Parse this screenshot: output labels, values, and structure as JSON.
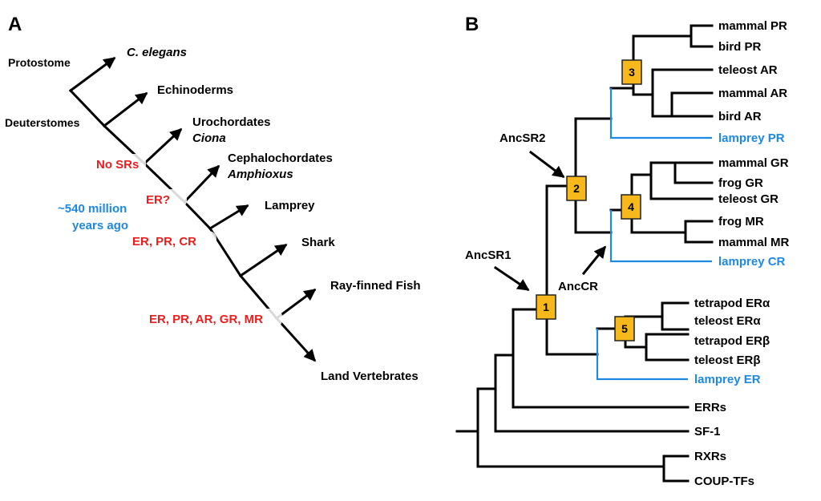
{
  "colors": {
    "red": "#ee1c1c",
    "blue": "#1e88e5",
    "box_fill": "#f7b81b",
    "box_stroke": "#222222"
  },
  "panel_a": {
    "label": "A",
    "protostome": "Protostome",
    "deuterostomes": "Deuterstomes",
    "c_elegans": "C. elegans",
    "echinoderms": "Echinoderms",
    "urochordates": "Urochordates",
    "ciona": "Ciona",
    "cephalochordates": "Cephalochordates",
    "amphioxus": "Amphioxus",
    "lamprey": "Lamprey",
    "shark": "Shark",
    "ray_finned": "Ray-finned Fish",
    "land_vertebrates": "Land Vertebrates",
    "no_srs": "No SRs",
    "er_q": "ER?",
    "er_pr_cr": "ER, PR, CR",
    "er_pr_ar_gr_mr": "ER, PR, AR, GR, MR",
    "time_line1": "~540 million",
    "time_line2": "years ago"
  },
  "panel_b": {
    "label": "B",
    "anc_sr1": "AncSR1",
    "anc_sr2": "AncSR2",
    "anc_cr": "AncCR",
    "boxes": [
      "1",
      "2",
      "3",
      "4",
      "5"
    ],
    "leaves": [
      "mammal PR",
      "bird PR",
      "teleost AR",
      "mammal AR",
      "bird AR",
      "lamprey PR",
      "mammal GR",
      "frog GR",
      "teleost GR",
      "frog MR",
      "mammal MR",
      "lamprey CR",
      "tetrapod ERα",
      "teleost ERα",
      "tetrapod ERβ",
      "teleost ERβ",
      "lamprey ER",
      "ERRs",
      "SF-1",
      "RXRs",
      "COUP-TFs"
    ]
  }
}
